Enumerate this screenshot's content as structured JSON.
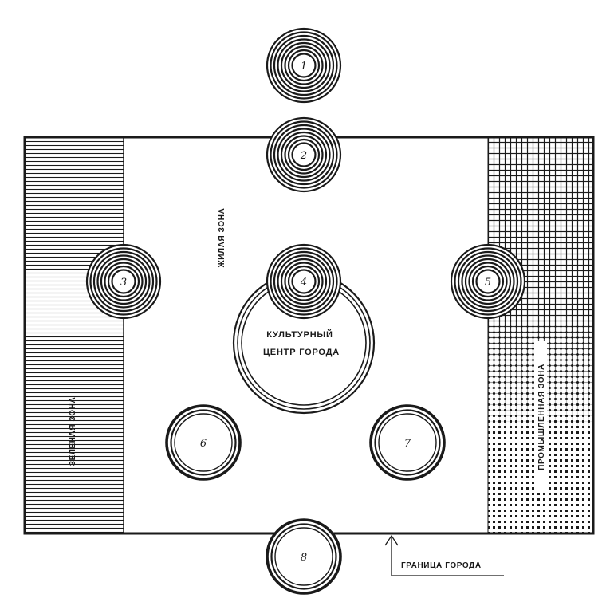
{
  "labels": {
    "residential_zone": "ЖИЛАЯ ЗОНА",
    "green_zone": "ЗЕЛЕНАЯ ЗОНА",
    "industrial_zone": "ПРОМЫШЛЕННАЯ ЗОНА",
    "culture_center_line1": "КУЛЬТУРНЫЙ",
    "culture_center_line2": "ЦЕНТР ГОРОДА",
    "city_boundary": "ГРАНИЦА ГОРОДА"
  },
  "nodes": [
    {
      "id": "n1",
      "label": "1",
      "style": "rings"
    },
    {
      "id": "n2",
      "label": "2",
      "style": "rings"
    },
    {
      "id": "n3",
      "label": "3",
      "style": "rings"
    },
    {
      "id": "n4",
      "label": "4",
      "style": "rings"
    },
    {
      "id": "n5",
      "label": "5",
      "style": "rings"
    },
    {
      "id": "n6",
      "label": "6",
      "style": "double"
    },
    {
      "id": "n7",
      "label": "7",
      "style": "double"
    },
    {
      "id": "n8",
      "label": "8",
      "style": "double"
    }
  ],
  "colors": {
    "ink": "#1a1a1a",
    "paper": "#ffffff"
  }
}
